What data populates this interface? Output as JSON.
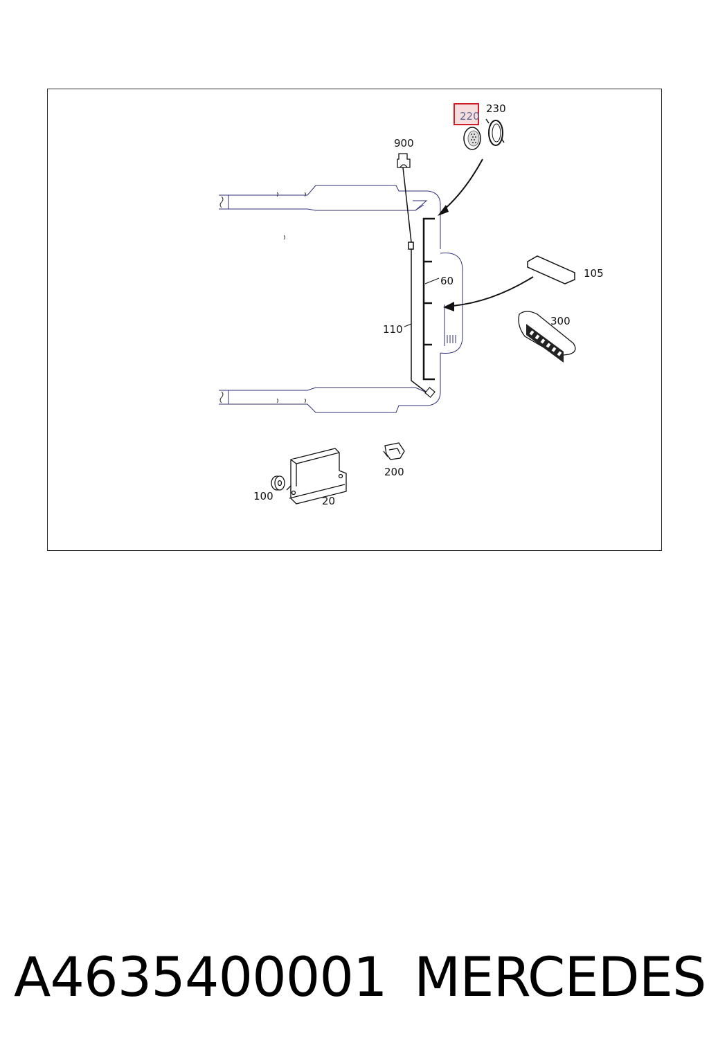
{
  "diagram": {
    "callouts": {
      "c220": "220",
      "c230": "230",
      "c900": "900",
      "c105": "105",
      "c60": "60",
      "c110": "110",
      "c300": "300",
      "c200": "200",
      "c100": "100",
      "c20": "20"
    },
    "highlighted_callout": "220",
    "colors": {
      "line": "#111111",
      "frame_outline": "#2e2e7a",
      "highlight_border": "#d11f2a",
      "highlight_fill": "#f6dede"
    }
  },
  "footer": {
    "part_number": "A4635400001",
    "brand": "MERCEDES"
  }
}
